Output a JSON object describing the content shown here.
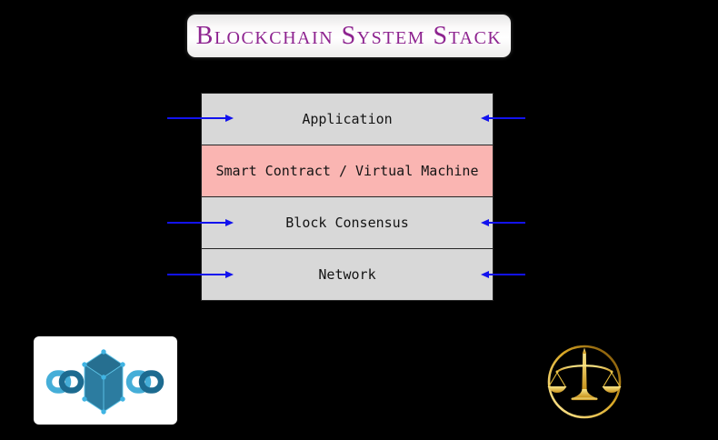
{
  "title": {
    "text": "Blockchain System Stack"
  },
  "stack": {
    "layers": [
      {
        "id": "application",
        "label": "Application",
        "highlight": false,
        "arrows": true
      },
      {
        "id": "smart-contract-vm",
        "label": "Smart Contract / Virtual Machine",
        "highlight": true,
        "arrows": false
      },
      {
        "id": "block-consensus",
        "label": "Block Consensus",
        "highlight": false,
        "arrows": true
      },
      {
        "id": "network",
        "label": "Network",
        "highlight": false,
        "arrows": true
      }
    ]
  },
  "icons": {
    "bottom_left": "blockchain-chain-cube-logo",
    "bottom_right": "scales-of-justice-logo"
  },
  "colors": {
    "background": "#000000",
    "title_text": "#8e2490",
    "layer_default": "#d8d8d8",
    "layer_highlight": "#fab5b2",
    "layer_border": "#262626",
    "arrow": "#1212ee",
    "logo_light_blue": "#45aed8",
    "logo_dark_teal": "#1d6b90",
    "logo_cube_fill": "#2c7ca0",
    "gold": "#e8bf45"
  }
}
